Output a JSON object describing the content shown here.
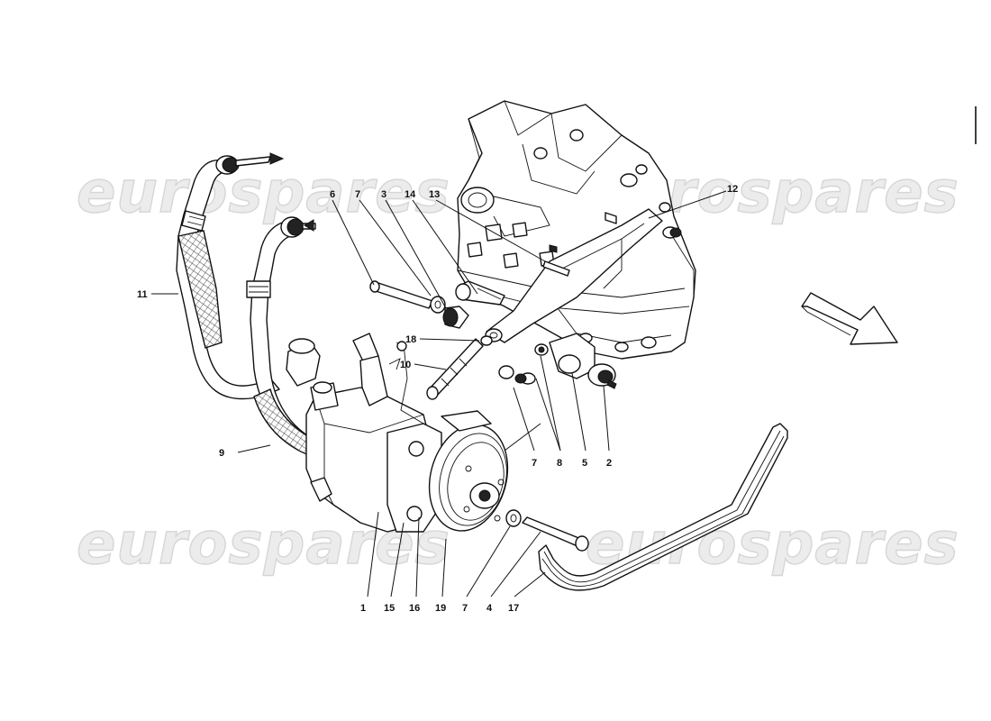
{
  "watermark": "eurospares",
  "callouts": [
    {
      "id": "c6",
      "text": "6"
    },
    {
      "id": "c7a",
      "text": "7"
    },
    {
      "id": "c3",
      "text": "3"
    },
    {
      "id": "c14",
      "text": "14"
    },
    {
      "id": "c13",
      "text": "13"
    },
    {
      "id": "c12",
      "text": "12"
    },
    {
      "id": "c11",
      "text": "11"
    },
    {
      "id": "c18",
      "text": "18"
    },
    {
      "id": "c10",
      "text": "10"
    },
    {
      "id": "c9",
      "text": "9"
    },
    {
      "id": "c7b",
      "text": "7"
    },
    {
      "id": "c8",
      "text": "8"
    },
    {
      "id": "c5",
      "text": "5"
    },
    {
      "id": "c2",
      "text": "2"
    },
    {
      "id": "c1",
      "text": "1"
    },
    {
      "id": "c15",
      "text": "15"
    },
    {
      "id": "c16",
      "text": "16"
    },
    {
      "id": "c19",
      "text": "19"
    },
    {
      "id": "c7c",
      "text": "7"
    },
    {
      "id": "c4",
      "text": "4"
    },
    {
      "id": "c17",
      "text": "17"
    }
  ]
}
